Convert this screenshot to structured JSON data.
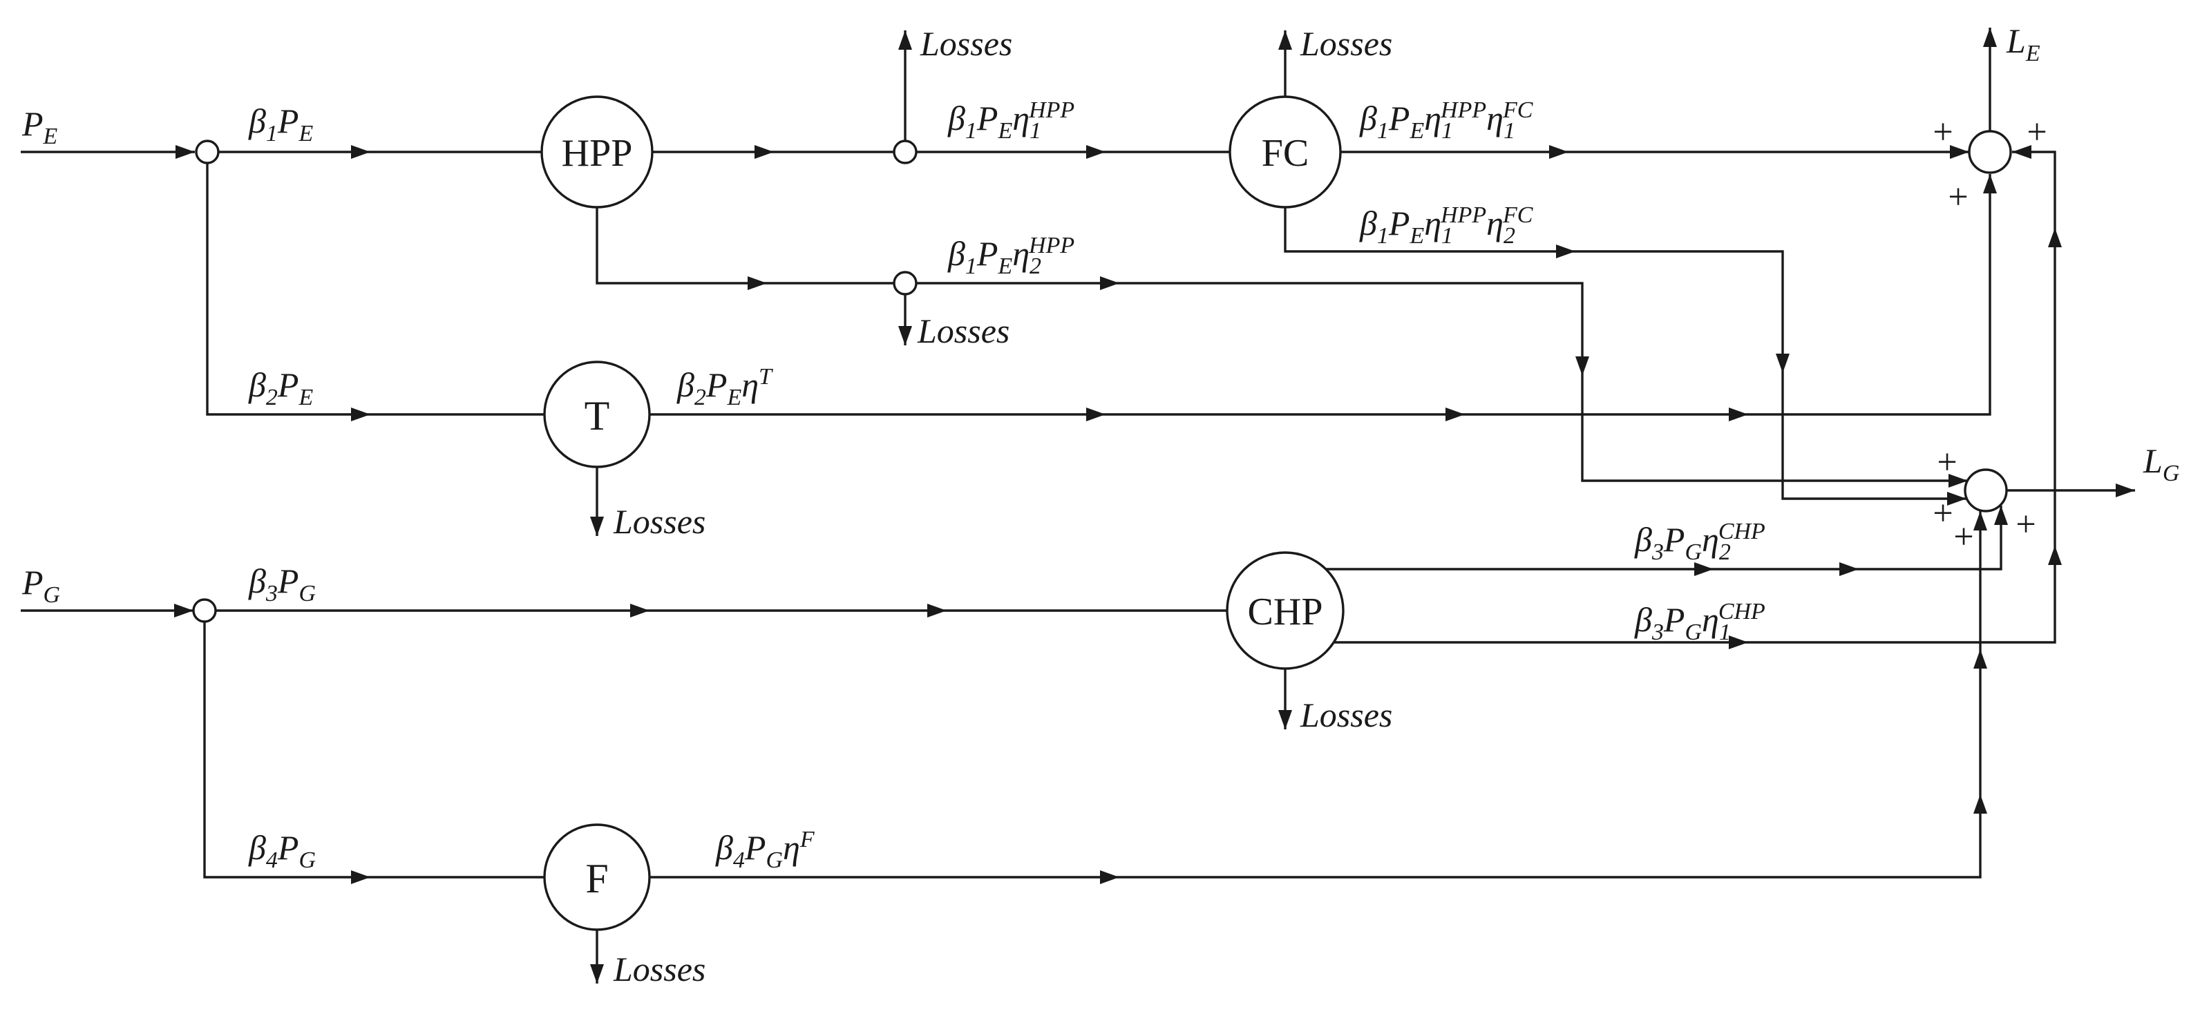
{
  "colors": {
    "ink": "#1a1a1a",
    "background": "#ffffff"
  },
  "blocks": {
    "hpp": "HPP",
    "fc": "FC",
    "transformer": "T",
    "chp": "CHP",
    "furnace": "F"
  },
  "sums": {
    "plus": "+"
  },
  "labels": {
    "losses": "Losses",
    "pe": [
      [
        "P",
        "n"
      ],
      [
        "E",
        "s"
      ]
    ],
    "pg": [
      [
        "P",
        "n"
      ],
      [
        "G",
        "s"
      ]
    ],
    "le": [
      [
        "L",
        "n"
      ],
      [
        "E",
        "s"
      ]
    ],
    "lg": [
      [
        "L",
        "n"
      ],
      [
        "G",
        "s"
      ]
    ],
    "b1pe": [
      [
        "β",
        "n"
      ],
      [
        "1",
        "s"
      ],
      [
        "P",
        "n"
      ],
      [
        "E",
        "s"
      ]
    ],
    "b2pe": [
      [
        "β",
        "n"
      ],
      [
        "2",
        "s"
      ],
      [
        "P",
        "n"
      ],
      [
        "E",
        "s"
      ]
    ],
    "b3pg": [
      [
        "β",
        "n"
      ],
      [
        "3",
        "s"
      ],
      [
        "P",
        "n"
      ],
      [
        "G",
        "s"
      ]
    ],
    "b4pg": [
      [
        "β",
        "n"
      ],
      [
        "4",
        "s"
      ],
      [
        "P",
        "n"
      ],
      [
        "G",
        "s"
      ]
    ],
    "hpp_out1": [
      [
        "β",
        "n"
      ],
      [
        "1",
        "s"
      ],
      [
        "P",
        "n"
      ],
      [
        "E",
        "s"
      ],
      [
        "η",
        "n"
      ],
      [
        "1",
        "s"
      ],
      [
        "HPP",
        "p"
      ]
    ],
    "hpp_out2": [
      [
        "β",
        "n"
      ],
      [
        "1",
        "s"
      ],
      [
        "P",
        "n"
      ],
      [
        "E",
        "s"
      ],
      [
        "η",
        "n"
      ],
      [
        "2",
        "s"
      ],
      [
        "HPP",
        "p"
      ]
    ],
    "fc_out1": [
      [
        "β",
        "n"
      ],
      [
        "1",
        "s"
      ],
      [
        "P",
        "n"
      ],
      [
        "E",
        "s"
      ],
      [
        "η",
        "n"
      ],
      [
        "1",
        "s"
      ],
      [
        "HPP",
        "p"
      ],
      [
        "η",
        "n"
      ],
      [
        "1",
        "s"
      ],
      [
        "FC",
        "p"
      ]
    ],
    "fc_out2": [
      [
        "β",
        "n"
      ],
      [
        "1",
        "s"
      ],
      [
        "P",
        "n"
      ],
      [
        "E",
        "s"
      ],
      [
        "η",
        "n"
      ],
      [
        "1",
        "s"
      ],
      [
        "HPP",
        "p"
      ],
      [
        "η",
        "n"
      ],
      [
        "2",
        "s"
      ],
      [
        "FC",
        "p"
      ]
    ],
    "t_out": [
      [
        "β",
        "n"
      ],
      [
        "2",
        "s"
      ],
      [
        "P",
        "n"
      ],
      [
        "E",
        "s"
      ],
      [
        "η",
        "n"
      ],
      [
        "T",
        "p"
      ]
    ],
    "chp_out2": [
      [
        "β",
        "n"
      ],
      [
        "3",
        "s"
      ],
      [
        "P",
        "n"
      ],
      [
        "G",
        "s"
      ],
      [
        "η",
        "n"
      ],
      [
        "2",
        "s"
      ],
      [
        "CHP",
        "p"
      ]
    ],
    "chp_out1": [
      [
        "β",
        "n"
      ],
      [
        "3",
        "s"
      ],
      [
        "P",
        "n"
      ],
      [
        "G",
        "s"
      ],
      [
        "η",
        "n"
      ],
      [
        "1",
        "s"
      ],
      [
        "CHP",
        "p"
      ]
    ],
    "f_out": [
      [
        "β",
        "n"
      ],
      [
        "4",
        "s"
      ],
      [
        "P",
        "n"
      ],
      [
        "G",
        "s"
      ],
      [
        "η",
        "n"
      ],
      [
        "F",
        "p"
      ]
    ]
  }
}
